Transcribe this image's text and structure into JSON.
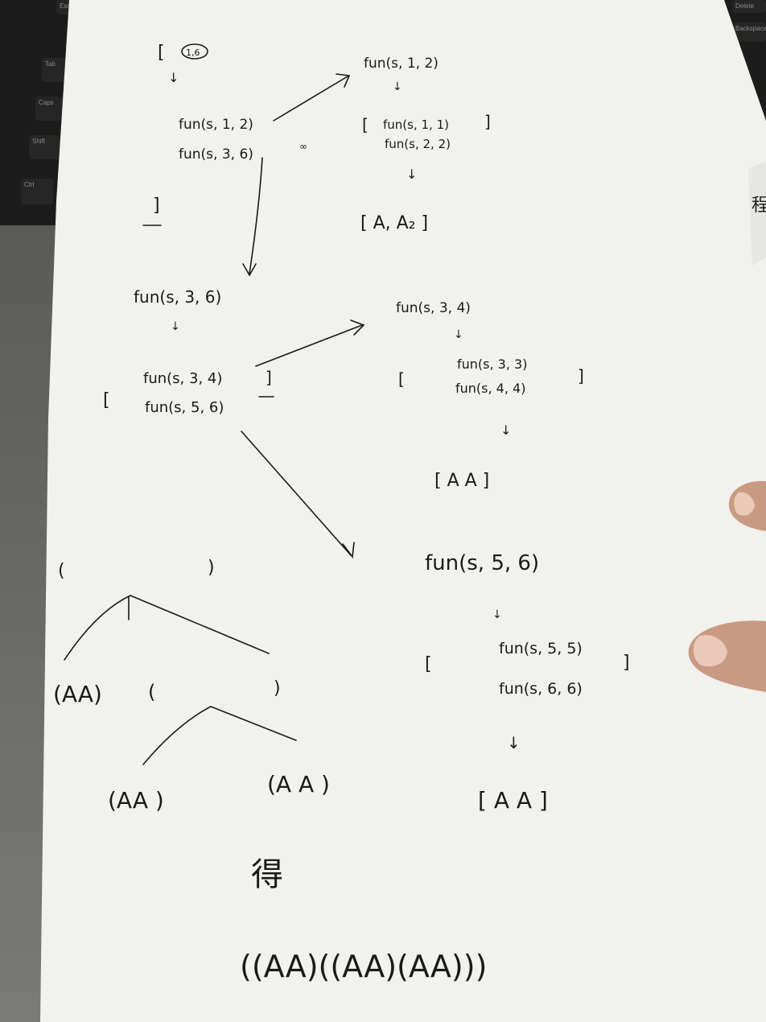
{
  "keys": [
    "Esc",
    "Tab",
    "Caps",
    "Shift",
    "Ctrl",
    "Delete",
    "Backspace"
  ],
  "side_char": "程",
  "notes": {
    "top_left": {
      "open": "[",
      "circled": "1,6",
      "call_a": "fun(s, 1, 2)",
      "call_b": "fun(s, 3, 6)",
      "close": "]"
    },
    "top_right": {
      "call": "fun(s, 1, 2)",
      "open": "[",
      "call_a": "fun(s, 1, 1)",
      "call_b": "fun(s, 2, 2)",
      "close": "]",
      "result": "[ A, A₂ ]"
    },
    "mid_left": {
      "call": "fun(s, 3, 6)",
      "open": "[",
      "call_a": "fun(s, 3, 4)",
      "call_b": "fun(s, 5, 6)",
      "close": "]"
    },
    "mid_right": {
      "call": "fun(s, 3, 4)",
      "open": "[",
      "call_a": "fun(s, 3, 3)",
      "call_b": "fun(s, 4, 4)",
      "close": "]",
      "result": "[ A A ]"
    },
    "low_right": {
      "call": "fun(s, 5, 6)",
      "open": "[",
      "call_a": "fun(s, 5, 5)",
      "call_b": "fun(s, 6, 6)",
      "close": "]",
      "result": "[ A A ]"
    },
    "tree": {
      "root_open": "(",
      "root_close": ")",
      "left_leaf": "(AA)",
      "sub_open": "(",
      "sub_close": ")",
      "leaf_a": "(AA )",
      "leaf_b": "(A A )"
    },
    "conclusion_word": "得",
    "final": "((AA)((AA)(AA)))"
  }
}
